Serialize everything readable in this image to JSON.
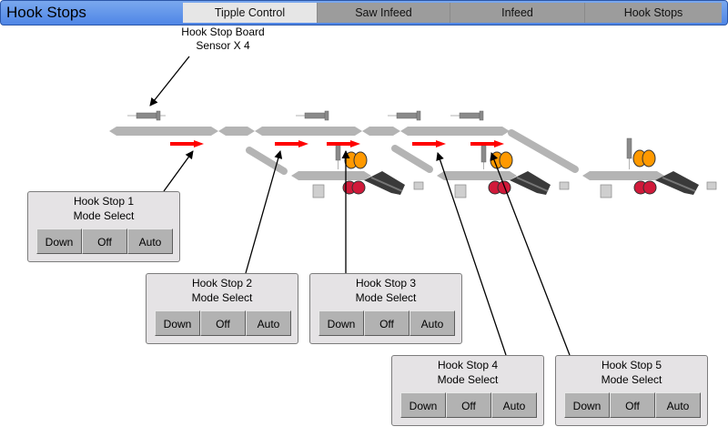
{
  "window": {
    "title": "Hook Stops"
  },
  "tabs": [
    {
      "label": "Tipple Control"
    },
    {
      "label": "Saw Infeed"
    },
    {
      "label": "Infeed"
    },
    {
      "label": "Hook Stops"
    }
  ],
  "annotation": {
    "line1": "Hook Stop Board",
    "line2": "Sensor X 4"
  },
  "panels": [
    {
      "title": "Hook Stop 1",
      "subtitle": "Mode Select",
      "buttons": [
        "Down",
        "Off",
        "Auto"
      ]
    },
    {
      "title": "Hook Stop 2",
      "subtitle": "Mode Select",
      "buttons": [
        "Down",
        "Off",
        "Auto"
      ]
    },
    {
      "title": "Hook Stop 3",
      "subtitle": "Mode Select",
      "buttons": [
        "Down",
        "Off",
        "Auto"
      ]
    },
    {
      "title": "Hook Stop 4",
      "subtitle": "Mode Select",
      "buttons": [
        "Down",
        "Off",
        "Auto"
      ]
    },
    {
      "title": "Hook Stop 5",
      "subtitle": "Mode Select",
      "buttons": [
        "Down",
        "Off",
        "Auto"
      ]
    }
  ],
  "colors": {
    "titlebar": "#5b8ee8",
    "hook_stop": "#ff0000",
    "roller": "#ff8c00",
    "conveyor": "#b4b4b4"
  }
}
